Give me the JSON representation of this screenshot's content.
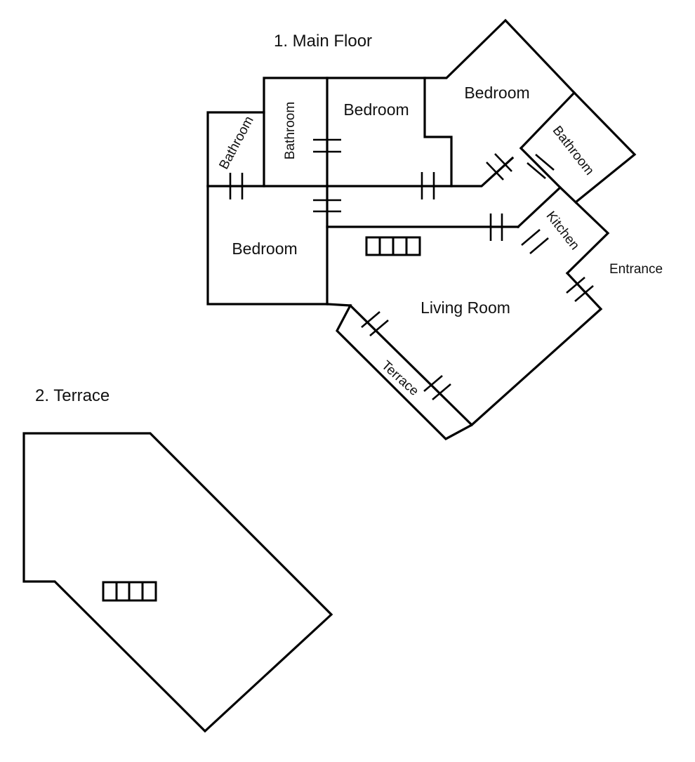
{
  "floors": [
    {
      "title": "1. Main Floor",
      "rooms": {
        "bathroom_left": "Bathroom",
        "bathroom_middle": "Bathroom",
        "bedroom_top": "Bedroom",
        "bedroom_corner": "Bedroom",
        "bathroom_right": "Bathroom",
        "bedroom_left": "Bedroom",
        "kitchen": "Kitchen",
        "living_room": "Living Room",
        "terrace": "Terrace"
      },
      "entrance_label": "Entrance",
      "stairs": true
    },
    {
      "title": "2. Terrace",
      "stairs": true
    }
  ],
  "colors": {
    "line": "#000000",
    "text": "#111111",
    "background": "#ffffff"
  }
}
